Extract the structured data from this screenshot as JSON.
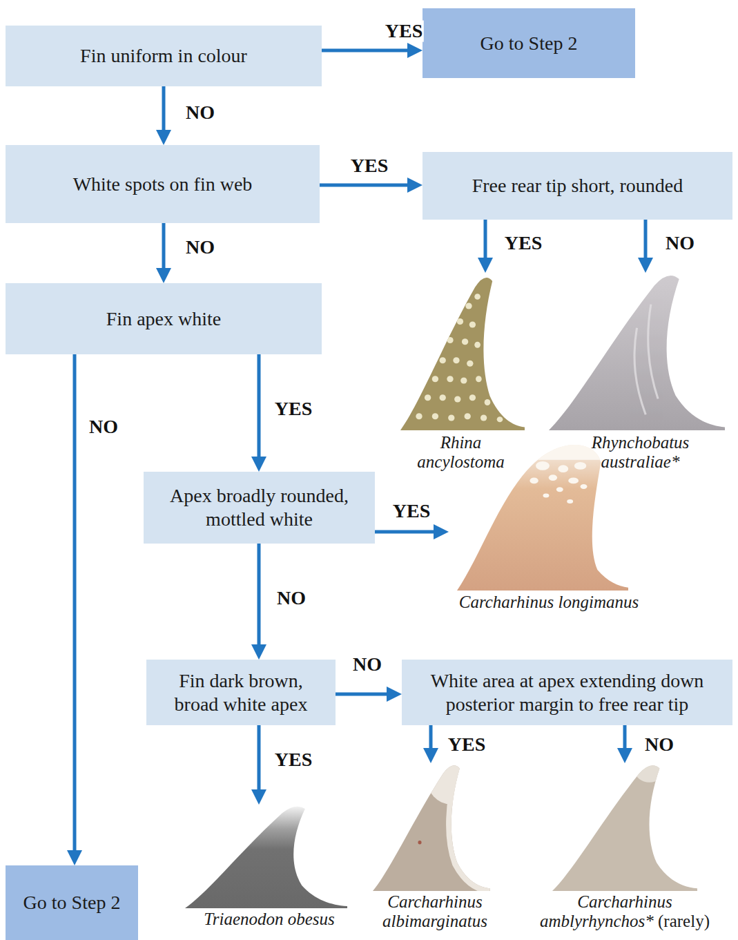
{
  "diagram": {
    "nodes": [
      {
        "text": [
          "Fin uniform in colour"
        ]
      },
      {
        "text": [
          "Go to Step 2"
        ]
      },
      {
        "text": [
          "White spots on fin web"
        ]
      },
      {
        "text": [
          "Free rear tip short, rounded"
        ]
      },
      {
        "text": [
          "Fin apex white"
        ]
      },
      {
        "text": [
          "Apex broadly rounded, mottled white"
        ]
      },
      {
        "text": [
          "Fin dark brown, broad white apex"
        ]
      },
      {
        "text": [
          "White area at apex extending down posterior margin to free rear tip"
        ]
      },
      {
        "text": [
          "Go to Step 2"
        ]
      },
      {
        "text": [
          "Rhina ancylostoma"
        ]
      },
      {
        "text": [
          "Rhynchobatus australiae*"
        ]
      },
      {
        "text": [
          "Carcharhinus longimanus"
        ]
      },
      {
        "text": [
          "Triaenodon obesus"
        ]
      },
      {
        "text": [
          "Carcharhinus albimarginatus"
        ]
      },
      {
        "text": [
          "Carcharhinus amblyrhynchos* (rarely)"
        ]
      }
    ],
    "edges": [
      {
        "from": 0,
        "to": 1,
        "label": "YES",
        "arrow": "to"
      },
      {
        "from": 0,
        "to": 2,
        "label": "NO",
        "arrow": "to"
      },
      {
        "from": 2,
        "to": 3,
        "label": "YES",
        "arrow": "to"
      },
      {
        "from": 2,
        "to": 4,
        "label": "NO",
        "arrow": "to"
      },
      {
        "from": 3,
        "to": 9,
        "label": "YES",
        "arrow": "to"
      },
      {
        "from": 3,
        "to": 10,
        "label": "NO",
        "arrow": "to"
      },
      {
        "from": 4,
        "to": 8,
        "label": "NO",
        "arrow": "to"
      },
      {
        "from": 4,
        "to": 5,
        "label": "YES",
        "arrow": "to"
      },
      {
        "from": 5,
        "to": 11,
        "label": "YES",
        "arrow": "to"
      },
      {
        "from": 5,
        "to": 6,
        "label": "NO",
        "arrow": "to"
      },
      {
        "from": 6,
        "to": 7,
        "label": "NO",
        "arrow": "to"
      },
      {
        "from": 6,
        "to": 12,
        "label": "YES",
        "arrow": "to"
      },
      {
        "from": 7,
        "to": 13,
        "label": "YES",
        "arrow": "to"
      },
      {
        "from": 7,
        "to": 14,
        "label": "NO",
        "arrow": "to"
      }
    ]
  }
}
